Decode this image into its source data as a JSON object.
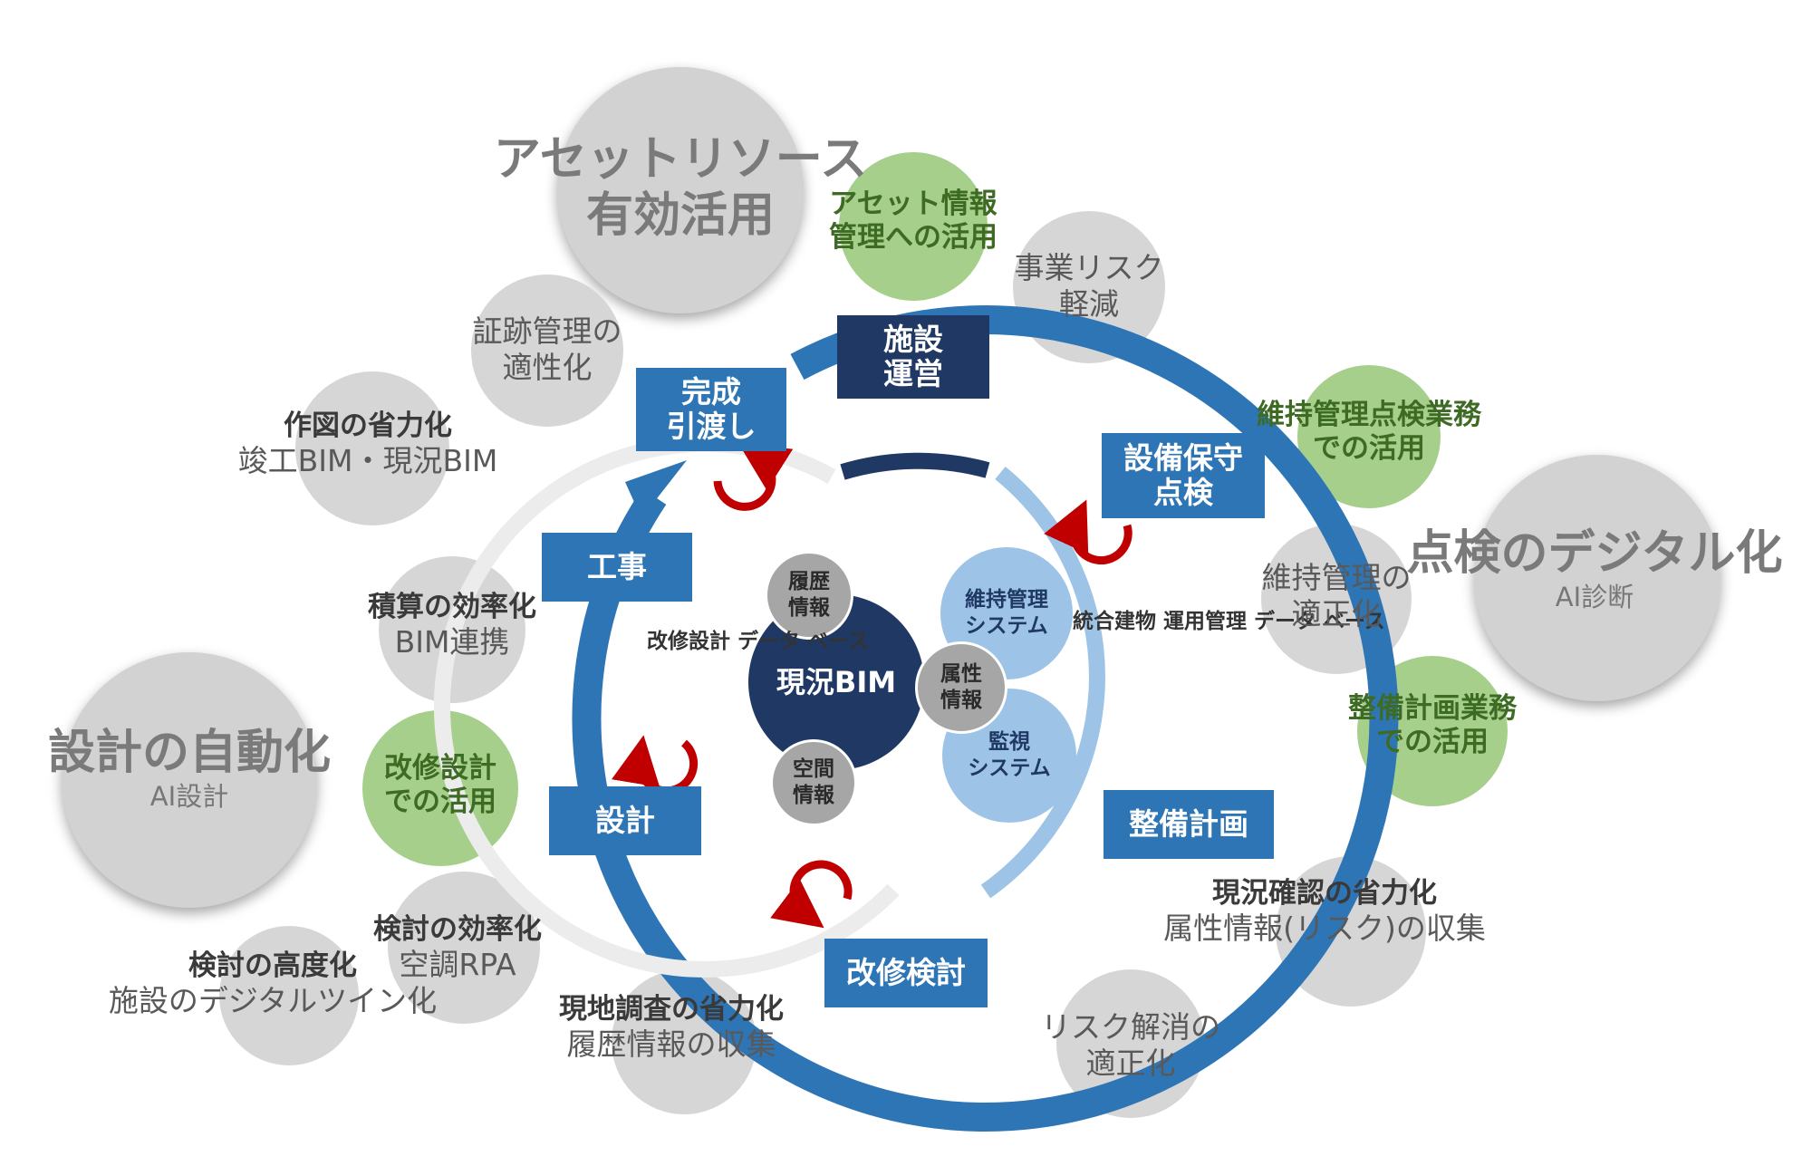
{
  "colors": {
    "ring_blue": "#2e75b6",
    "ring_navy": "#1f3864",
    "ring_light": "#9dc3e6",
    "ring_gray": "#ececec",
    "accent_green": "#a5cf8b",
    "cycle_arrow_red": "#c00000",
    "bubble_gray": "#d6d6d6"
  },
  "center": {
    "title": "現況BIM"
  },
  "inner_nodes": {
    "history": [
      "履歴",
      "情報"
    ],
    "attribute": [
      "属性",
      "情報"
    ],
    "space": [
      "空間",
      "情報"
    ],
    "maintenance_system": [
      "維持管理",
      "システム"
    ],
    "monitoring_system": [
      "監視",
      "システム"
    ]
  },
  "databases": {
    "renovation_design_db": [
      "改修設計",
      "データ",
      "ベース"
    ],
    "integrated_building_db": [
      "統合建物",
      "運用管理",
      "データ",
      "ベース"
    ]
  },
  "stages": {
    "operation": [
      "施設",
      "運営"
    ],
    "maintenance_inspection": [
      "設備保守",
      "点検"
    ],
    "maintenance_plan": [
      "整備計画"
    ],
    "renovation_review": [
      "改修検討"
    ],
    "design": [
      "設計"
    ],
    "construction": [
      "工事"
    ],
    "handover": [
      "完成",
      "引渡し"
    ]
  },
  "big_bubbles": {
    "asset": {
      "title": [
        "アセットリソース",
        "有効活用"
      ]
    },
    "inspection_digital": {
      "title": "点検のデジタル化",
      "subtitle": "AI診断"
    },
    "design_automation": {
      "title": "設計の自動化",
      "subtitle": "AI設計"
    }
  },
  "green_bubbles": {
    "asset_info": [
      "アセット情報",
      "管理への活用"
    ],
    "maint_inspection_use": [
      "維持管理点検業務",
      "での活用"
    ],
    "plan_use": [
      "整備計画業務",
      "での活用"
    ],
    "renovation_use": [
      "改修設計",
      "での活用"
    ]
  },
  "gray_bubbles": {
    "business_risk": [
      "事業リスク",
      "軽減"
    ],
    "evidence": [
      "証跡管理の",
      "適性化"
    ],
    "drawing": {
      "title": "作図の省力化",
      "subtitle": "竣工BIM・現況BIM"
    },
    "estimate": {
      "title": "積算の効率化",
      "subtitle": "BIM連携"
    },
    "maint_normalize": [
      "維持管理の",
      "適正化"
    ],
    "status_check": {
      "title": "現況確認の省力化",
      "subtitle": "属性情報(リスク)の収集"
    },
    "risk_resolve": [
      "リスク解消の",
      "適正化"
    ],
    "site_survey": {
      "title": "現地調査の省力化",
      "subtitle": "履歴情報の収集"
    },
    "study_efficiency": {
      "title": "検討の効率化",
      "subtitle": "空調RPA"
    },
    "study_advance": {
      "title": "検討の高度化",
      "subtitle": "施設のデジタルツイン化"
    }
  }
}
